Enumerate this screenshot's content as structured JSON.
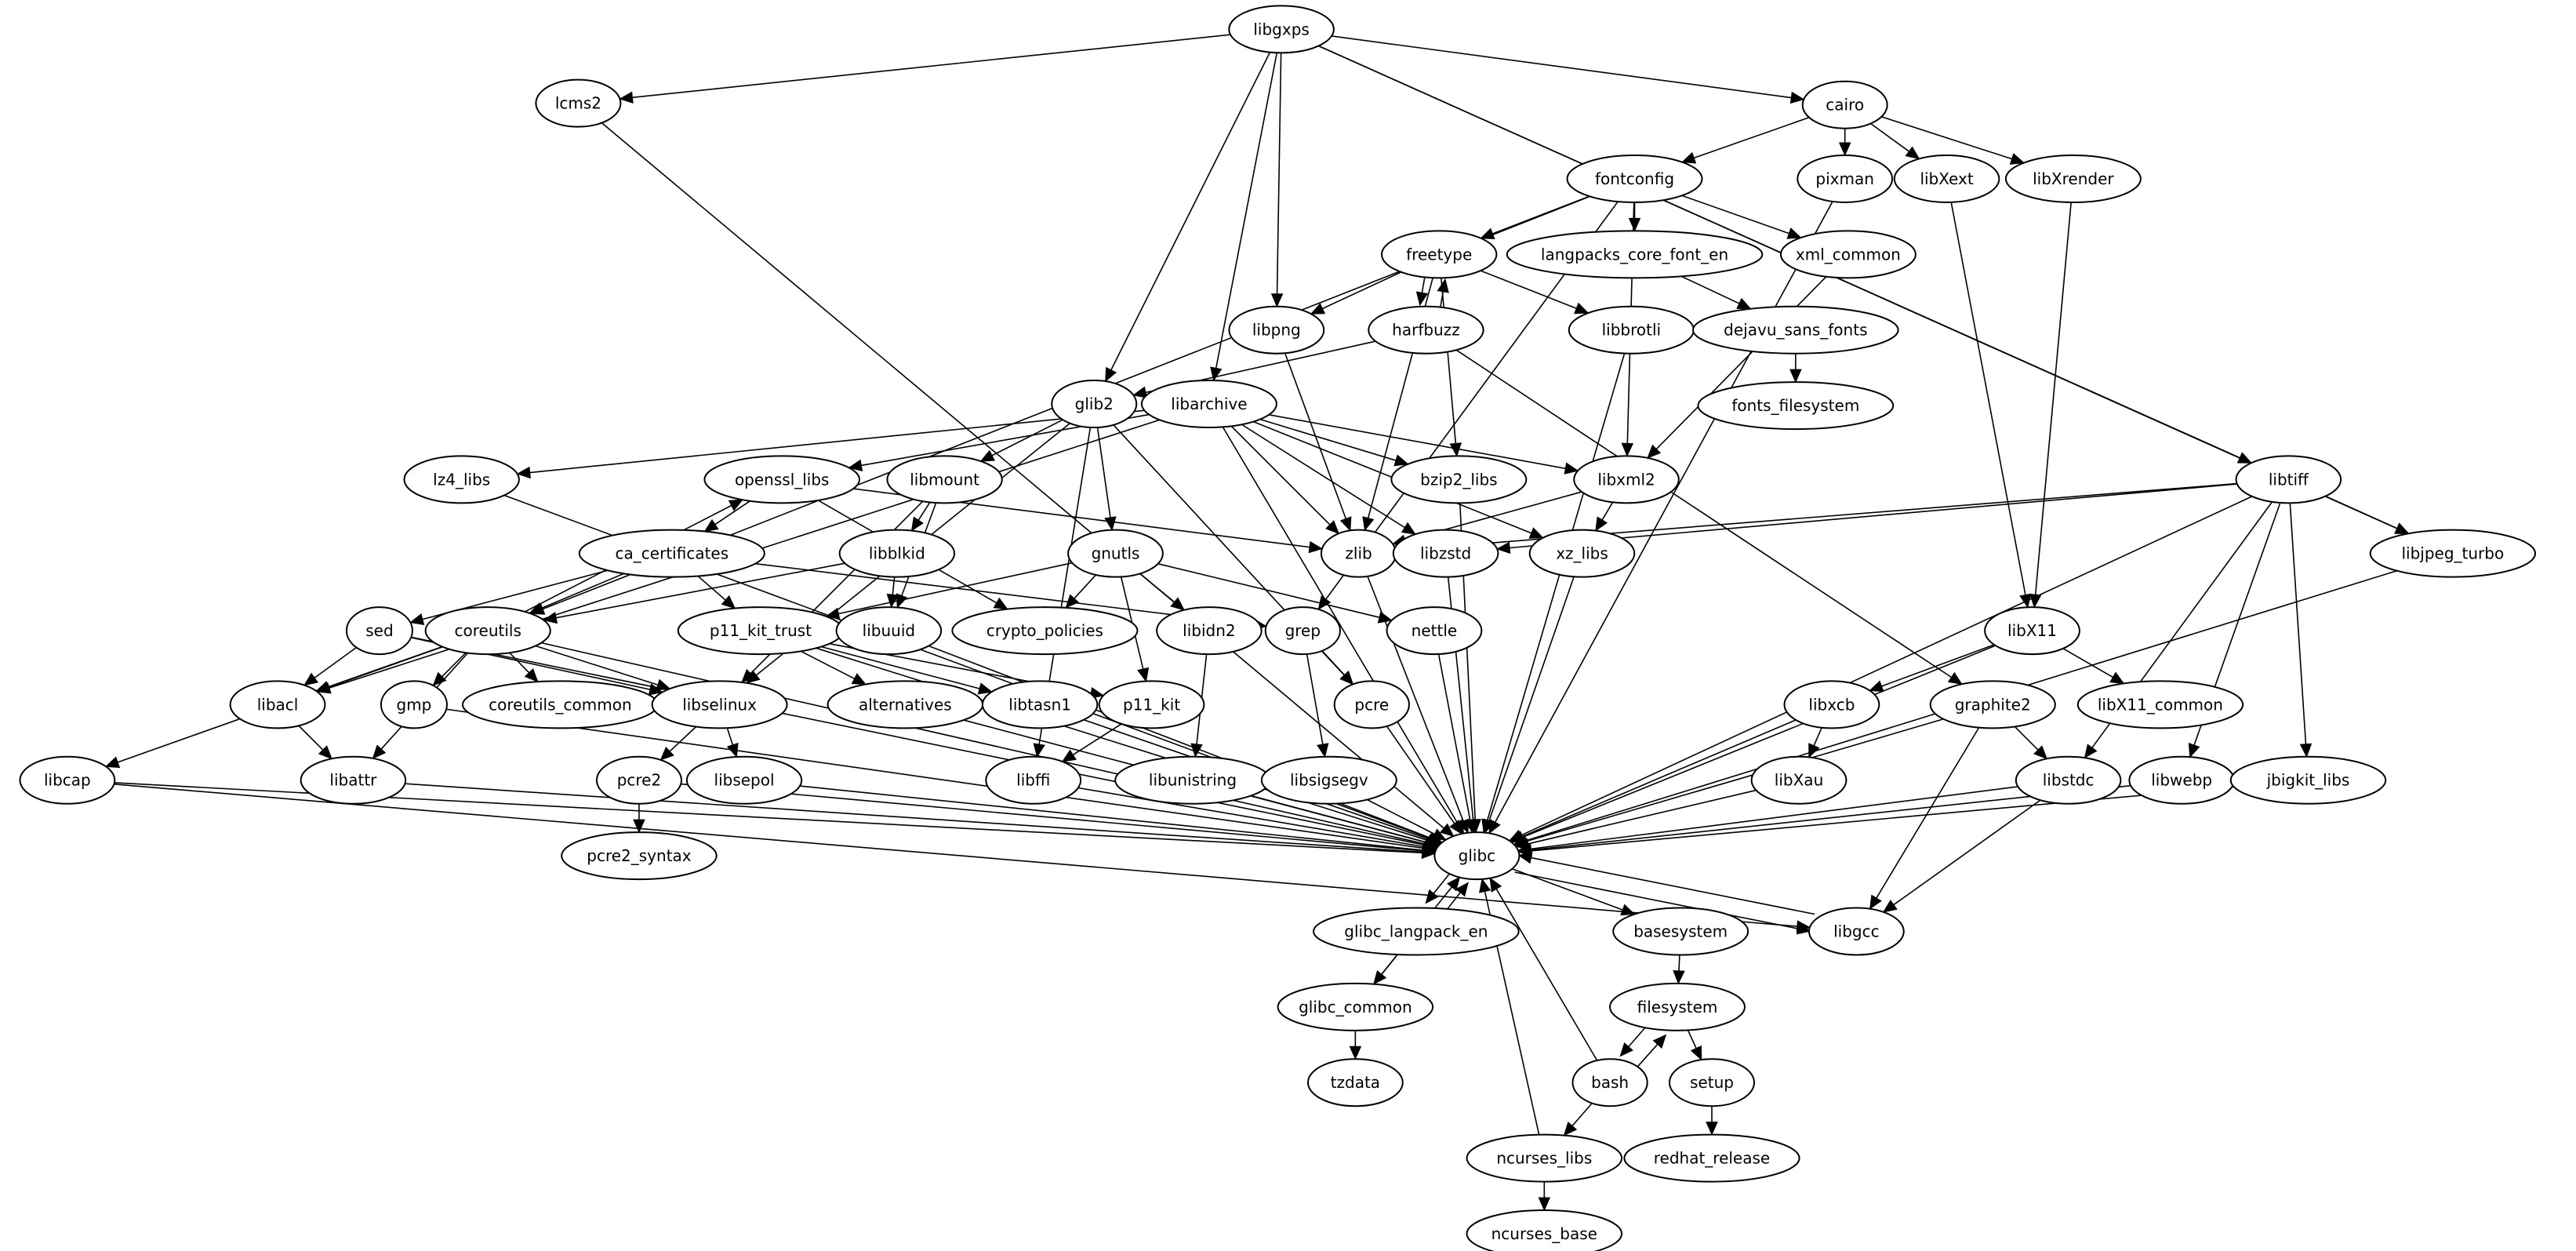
{
  "title": "Package dependency graph",
  "nodes": [
    "libgxps",
    "lcms2",
    "cairo",
    "fontconfig",
    "pixman",
    "libXext",
    "libXrender",
    "freetype",
    "langpacks_core_font_en",
    "xml_common",
    "libpng",
    "harfbuzz",
    "libbrotli",
    "dejavu_sans_fonts",
    "fonts_filesystem",
    "glib2",
    "libarchive",
    "lz4_libs",
    "openssl_libs",
    "libmount",
    "bzip2_libs",
    "libxml2",
    "libtiff",
    "ca_certificates",
    "libblkid",
    "gnutls",
    "zlib",
    "libzstd",
    "xz_libs",
    "libjpeg_turbo",
    "sed",
    "coreutils",
    "p11_kit_trust",
    "libuuid",
    "crypto_policies",
    "libidn2",
    "grep",
    "nettle",
    "libX11",
    "libacl",
    "gmp",
    "coreutils_common",
    "libselinux",
    "alternatives",
    "libtasn1",
    "p11_kit",
    "pcre",
    "libxcb",
    "graphite2",
    "libX11_common",
    "libcap",
    "libattr",
    "pcre2",
    "libsepol",
    "libffi",
    "libunistring",
    "libsigsegv",
    "libXau",
    "libstdc",
    "libwebp",
    "jbigkit_libs",
    "glibc",
    "pcre2_syntax",
    "glibc_langpack_en",
    "basesystem",
    "libgcc",
    "glibc_common",
    "filesystem",
    "tzdata",
    "bash",
    "setup",
    "ncurses_libs",
    "redhat_release",
    "ncurses_base"
  ],
  "edges": [
    [
      "libgxps",
      "lcms2"
    ],
    [
      "libgxps",
      "cairo"
    ],
    [
      "libgxps",
      "glib2"
    ],
    [
      "libgxps",
      "libarchive"
    ],
    [
      "libgxps",
      "libpng"
    ],
    [
      "libgxps",
      "libtiff"
    ],
    [
      "libgxps",
      "libjpeg_turbo"
    ],
    [
      "lcms2",
      "glibc"
    ],
    [
      "cairo",
      "fontconfig"
    ],
    [
      "cairo",
      "pixman"
    ],
    [
      "cairo",
      "libXext"
    ],
    [
      "cairo",
      "libXrender"
    ],
    [
      "fontconfig",
      "freetype"
    ],
    [
      "fontconfig",
      "langpacks_core_font_en"
    ],
    [
      "fontconfig",
      "xml_common"
    ],
    [
      "fontconfig",
      "coreutils"
    ],
    [
      "fontconfig",
      "grep"
    ],
    [
      "fontconfig",
      "libxml2"
    ],
    [
      "pixman",
      "glibc"
    ],
    [
      "libXext",
      "libX11"
    ],
    [
      "libXrender",
      "libX11"
    ],
    [
      "freetype",
      "libpng"
    ],
    [
      "freetype",
      "harfbuzz"
    ],
    [
      "freetype",
      "libbrotli"
    ],
    [
      "freetype",
      "bzip2_libs"
    ],
    [
      "freetype",
      "zlib"
    ],
    [
      "harfbuzz",
      "freetype"
    ],
    [
      "harfbuzz",
      "glib2"
    ],
    [
      "harfbuzz",
      "graphite2"
    ],
    [
      "langpacks_core_font_en",
      "dejavu_sans_fonts"
    ],
    [
      "dejavu_sans_fonts",
      "fonts_filesystem"
    ],
    [
      "xml_common",
      "libxml2"
    ],
    [
      "libpng",
      "zlib"
    ],
    [
      "libbrotli",
      "glibc"
    ],
    [
      "glib2",
      "libmount"
    ],
    [
      "glib2",
      "gnutls"
    ],
    [
      "glib2",
      "libselinux"
    ],
    [
      "glib2",
      "pcre"
    ],
    [
      "glib2",
      "libffi"
    ],
    [
      "libarchive",
      "lz4_libs"
    ],
    [
      "libarchive",
      "openssl_libs"
    ],
    [
      "libarchive",
      "bzip2_libs"
    ],
    [
      "libarchive",
      "libxml2"
    ],
    [
      "libarchive",
      "zlib"
    ],
    [
      "libarchive",
      "libzstd"
    ],
    [
      "libarchive",
      "xz_libs"
    ],
    [
      "libarchive",
      "libacl"
    ],
    [
      "libarchive",
      "glibc"
    ],
    [
      "lz4_libs",
      "glibc"
    ],
    [
      "openssl_libs",
      "ca_certificates"
    ],
    [
      "openssl_libs",
      "zlib"
    ],
    [
      "openssl_libs",
      "crypto_policies"
    ],
    [
      "libmount",
      "libblkid"
    ],
    [
      "libmount",
      "libuuid"
    ],
    [
      "libmount",
      "libselinux"
    ],
    [
      "bzip2_libs",
      "glibc"
    ],
    [
      "libxml2",
      "zlib"
    ],
    [
      "libxml2",
      "xz_libs"
    ],
    [
      "libtiff",
      "zlib"
    ],
    [
      "libtiff",
      "libzstd"
    ],
    [
      "libtiff",
      "libjpeg_turbo"
    ],
    [
      "libtiff",
      "libstdc"
    ],
    [
      "libtiff",
      "libwebp"
    ],
    [
      "libtiff",
      "jbigkit_libs"
    ],
    [
      "libtiff",
      "glibc"
    ],
    [
      "ca_certificates",
      "sed"
    ],
    [
      "ca_certificates",
      "coreutils"
    ],
    [
      "ca_certificates",
      "p11_kit_trust"
    ],
    [
      "ca_certificates",
      "grep"
    ],
    [
      "libblkid",
      "libuuid"
    ],
    [
      "libblkid",
      "coreutils"
    ],
    [
      "gnutls",
      "p11_kit_trust"
    ],
    [
      "gnutls",
      "crypto_policies"
    ],
    [
      "gnutls",
      "libidn2"
    ],
    [
      "gnutls",
      "p11_kit"
    ],
    [
      "gnutls",
      "nettle"
    ],
    [
      "zlib",
      "glibc"
    ],
    [
      "libzstd",
      "glibc"
    ],
    [
      "xz_libs",
      "glibc"
    ],
    [
      "libjpeg_turbo",
      "glibc"
    ],
    [
      "sed",
      "libacl"
    ],
    [
      "sed",
      "libselinux"
    ],
    [
      "sed",
      "glibc"
    ],
    [
      "coreutils",
      "openssl_libs"
    ],
    [
      "coreutils",
      "libacl"
    ],
    [
      "coreutils",
      "libattr"
    ],
    [
      "coreutils",
      "libcap"
    ],
    [
      "coreutils",
      "gmp"
    ],
    [
      "coreutils",
      "coreutils_common"
    ],
    [
      "coreutils",
      "libselinux"
    ],
    [
      "coreutils",
      "glibc"
    ],
    [
      "p11_kit_trust",
      "alternatives"
    ],
    [
      "p11_kit_trust",
      "libtasn1"
    ],
    [
      "p11_kit_trust",
      "p11_kit"
    ],
    [
      "p11_kit_trust",
      "glibc"
    ],
    [
      "libuuid",
      "glibc"
    ],
    [
      "libidn2",
      "libunistring"
    ],
    [
      "grep",
      "pcre"
    ],
    [
      "grep",
      "libsigsegv"
    ],
    [
      "nettle",
      "glibc"
    ],
    [
      "libX11",
      "libxcb"
    ],
    [
      "libX11",
      "libX11_common"
    ],
    [
      "libX11",
      "glibc"
    ],
    [
      "libacl",
      "libattr"
    ],
    [
      "gmp",
      "glibc"
    ],
    [
      "libselinux",
      "pcre2"
    ],
    [
      "libselinux",
      "libsepol"
    ],
    [
      "alternatives",
      "glibc"
    ],
    [
      "libtasn1",
      "glibc"
    ],
    [
      "p11_kit",
      "libffi"
    ],
    [
      "pcre",
      "glibc"
    ],
    [
      "libxcb",
      "libXau"
    ],
    [
      "libxcb",
      "glibc"
    ],
    [
      "graphite2",
      "libstdc"
    ],
    [
      "graphite2",
      "glibc"
    ],
    [
      "graphite2",
      "libgcc"
    ],
    [
      "libcap",
      "glibc"
    ],
    [
      "libcap",
      "libgcc"
    ],
    [
      "libattr",
      "glibc"
    ],
    [
      "pcre2",
      "pcre2_syntax"
    ],
    [
      "pcre2",
      "glibc"
    ],
    [
      "libsepol",
      "glibc"
    ],
    [
      "libffi",
      "glibc"
    ],
    [
      "libunistring",
      "glibc"
    ],
    [
      "libsigsegv",
      "glibc"
    ],
    [
      "libXau",
      "glibc"
    ],
    [
      "libstdc",
      "glibc"
    ],
    [
      "libstdc",
      "libgcc"
    ],
    [
      "libwebp",
      "glibc"
    ],
    [
      "jbigkit_libs",
      "glibc"
    ],
    [
      "glibc",
      "glibc_langpack_en"
    ],
    [
      "glibc",
      "basesystem"
    ],
    [
      "glibc",
      "libgcc"
    ],
    [
      "glibc_langpack_en",
      "glibc"
    ],
    [
      "glibc_langpack_en",
      "glibc_common"
    ],
    [
      "glibc_common",
      "glibc"
    ],
    [
      "glibc_common",
      "tzdata"
    ],
    [
      "basesystem",
      "filesystem"
    ],
    [
      "filesystem",
      "bash"
    ],
    [
      "filesystem",
      "setup"
    ],
    [
      "bash",
      "filesystem"
    ],
    [
      "bash",
      "glibc"
    ],
    [
      "bash",
      "ncurses_libs"
    ],
    [
      "setup",
      "redhat_release"
    ],
    [
      "ncurses_libs",
      "glibc"
    ],
    [
      "ncurses_libs",
      "ncurses_base"
    ],
    [
      "libgcc",
      "glibc"
    ]
  ]
}
